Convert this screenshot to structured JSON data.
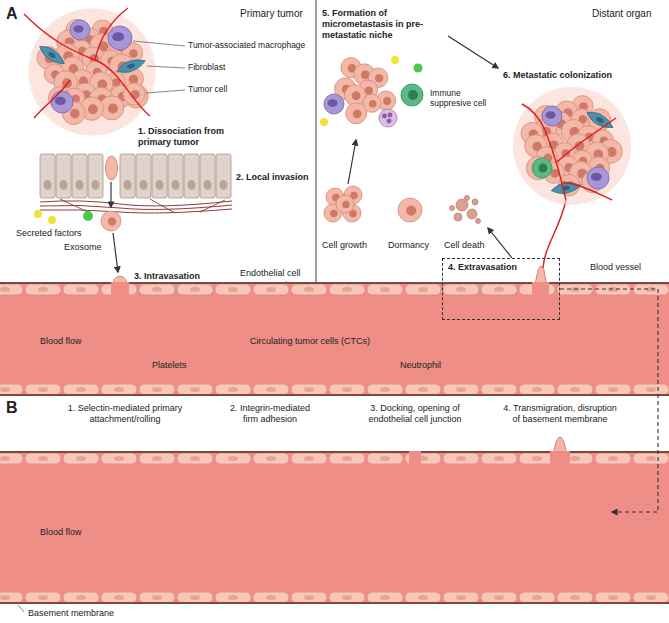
{
  "diagram": {
    "nodes": [
      {
        "text": [
          "4. Extravasation"
        ]
      },
      {
        "text": [
          "Blood flow",
          "Circulating tumor cells (CTCs)",
          "Platelets",
          "Neutrophil"
        ]
      },
      {
        "text": [
          "Blood flow"
        ]
      }
    ],
    "edges": [
      {
        "from": 0,
        "to": 2,
        "arrow": "to"
      }
    ],
    "labels": [
      "A",
      "Primary tumor",
      "Distant organ",
      "Tumor-associated macrophage",
      "Fibroblast",
      "Tumor cell",
      "1. Dissociation from primary tumor",
      "2. Local invasion",
      "Secreted factors",
      "Exosome",
      "3. Intravasation",
      "Endothelial cell",
      "5. Formation of micrometastasis in pre-metastatic niche",
      "Immune suppresive cell",
      "6. Metastatic colonization",
      "Cell growth",
      "Dormancy",
      "Cell death",
      "Blood vessel",
      "B",
      "1. Selectin-mediated primary attachment/rolling",
      "2. Integrin-mediated firm adhesion",
      "3. Docking, opening of endothelial cell junction",
      "4. Transmigration, disruption of basement membrane",
      "Basement membrane"
    ]
  }
}
